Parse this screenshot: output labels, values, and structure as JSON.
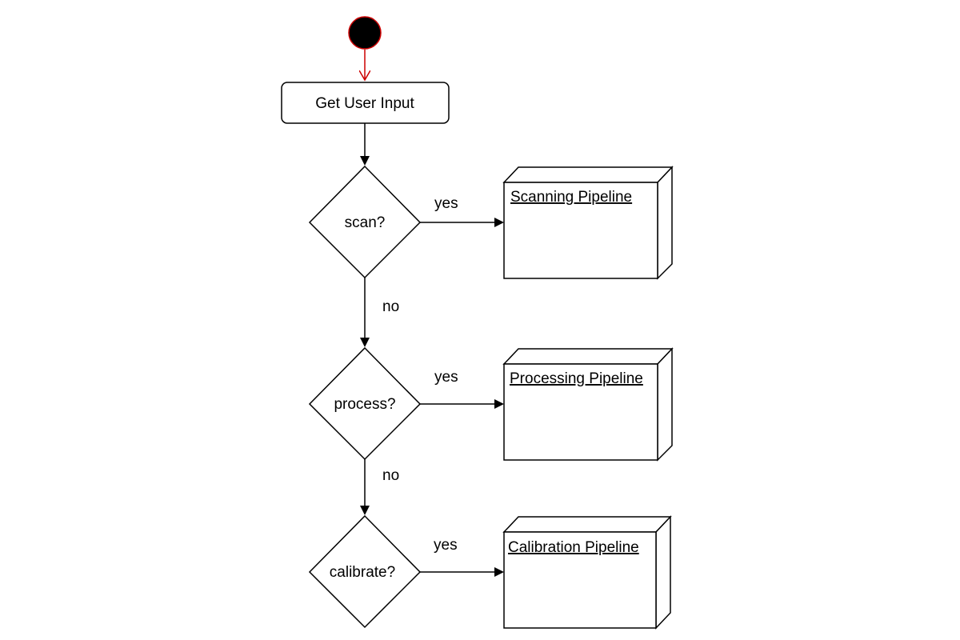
{
  "diagram": {
    "action": {
      "label": "Get User Input"
    },
    "decisions": [
      {
        "label": "scan?",
        "yes_label": "yes",
        "no_label": "no"
      },
      {
        "label": "process?",
        "yes_label": "yes",
        "no_label": "no"
      },
      {
        "label": "calibrate?",
        "yes_label": "yes"
      }
    ],
    "pipelines": [
      {
        "title": "Scanning Pipeline"
      },
      {
        "title": "Processing Pipeline"
      },
      {
        "title": "Calibration Pipeline"
      }
    ],
    "colors": {
      "start_fill": "#000000",
      "start_stroke": "#cc0000",
      "start_arrow": "#cc0000",
      "line": "#000000",
      "shape_fill": "#ffffff"
    }
  }
}
